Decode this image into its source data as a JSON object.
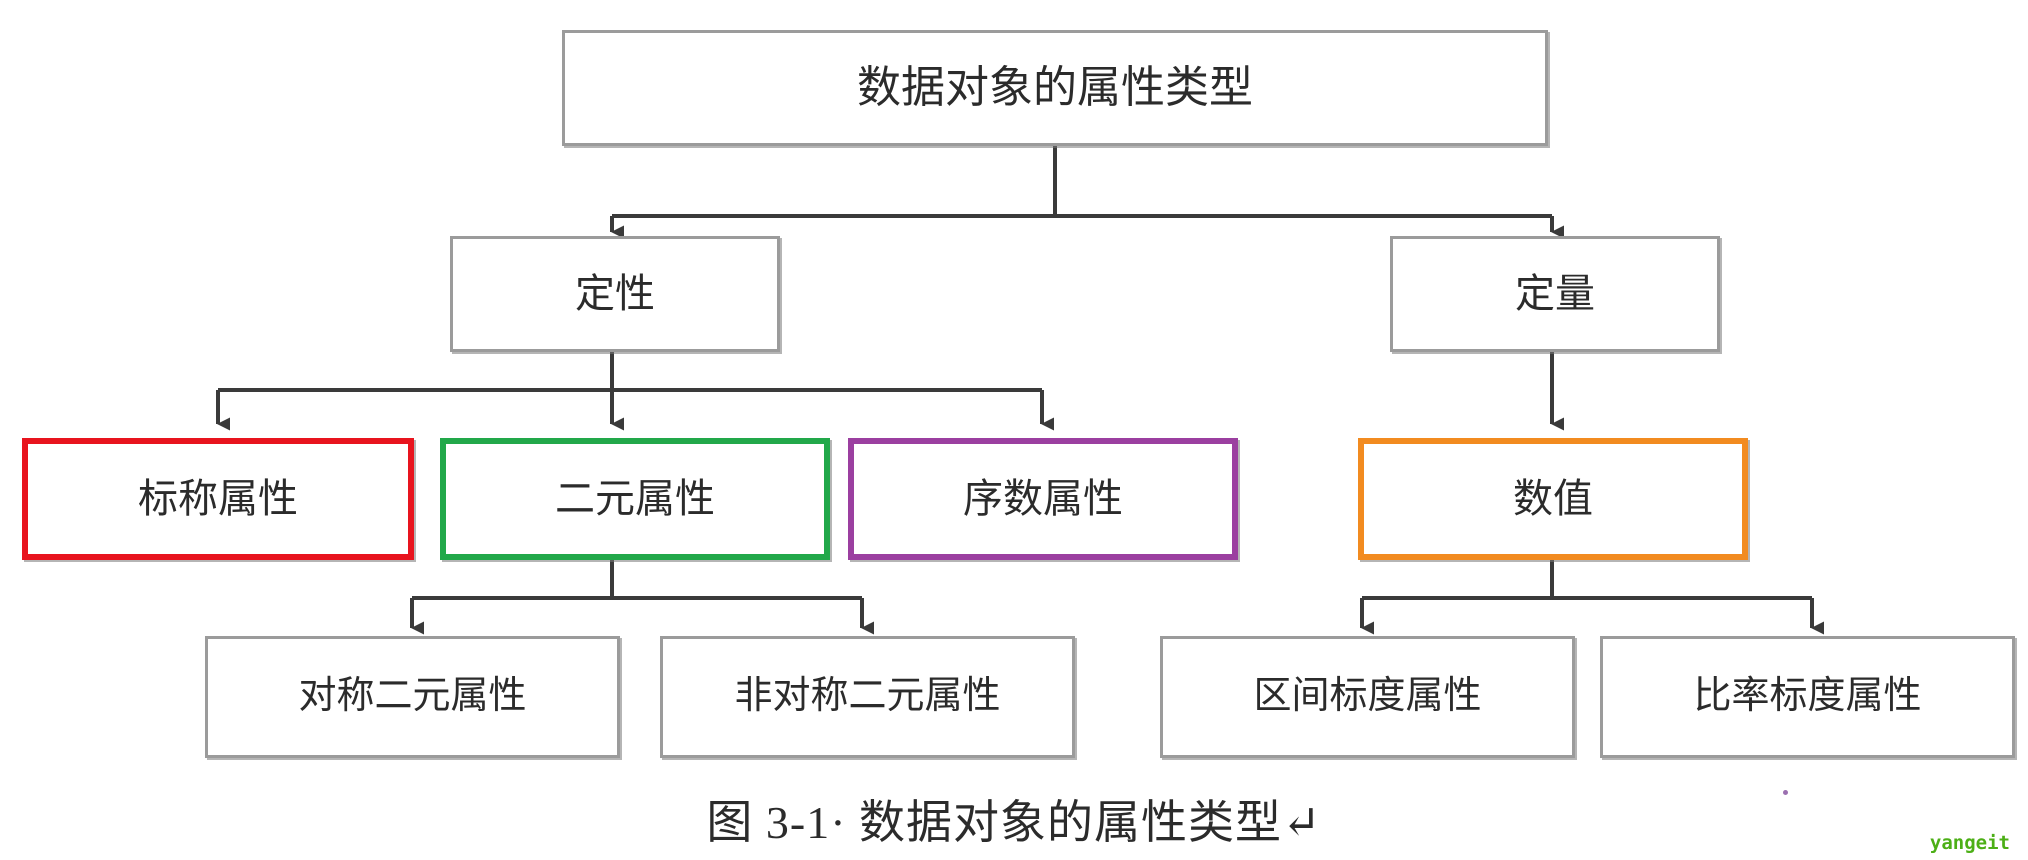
{
  "figure": {
    "caption": "图 3-1· 数据对象的属性类型↵",
    "watermark": "yangeit",
    "background": "#ffffff",
    "default_border": "#9b9b9b",
    "text_color": "#2b2b2b",
    "connector_color": "#3a3a3a"
  },
  "nodes": {
    "root": {
      "label": "数据对象的属性类型",
      "color": "#9b9b9b",
      "highlight": false
    },
    "qualitative": {
      "label": "定性",
      "color": "#9b9b9b",
      "highlight": false
    },
    "quantitative": {
      "label": "定量",
      "color": "#9b9b9b",
      "highlight": false
    },
    "nominal": {
      "label": "标称属性",
      "color": "#e8141e",
      "highlight": true
    },
    "binary": {
      "label": "二元属性",
      "color": "#22a84a",
      "highlight": true
    },
    "ordinal": {
      "label": "序数属性",
      "color": "#9b3fa0",
      "highlight": true
    },
    "numeric": {
      "label": "数值",
      "color": "#f28b20",
      "highlight": true
    },
    "symmetric_binary": {
      "label": "对称二元属性",
      "color": "#9b9b9b",
      "highlight": false
    },
    "asymmetric_binary": {
      "label": "非对称二元属性",
      "color": "#9b9b9b",
      "highlight": false
    },
    "interval_scaled": {
      "label": "区间标度属性",
      "color": "#9b9b9b",
      "highlight": false
    },
    "ratio_scaled": {
      "label": "比率标度属性",
      "color": "#9b9b9b",
      "highlight": false
    }
  },
  "hierarchy": {
    "root_children": [
      "定性",
      "定量"
    ],
    "qualitative_children": [
      "标称属性",
      "二元属性",
      "序数属性"
    ],
    "quantitative_children": [
      "数值"
    ],
    "binary_children": [
      "对称二元属性",
      "非对称二元属性"
    ],
    "numeric_children": [
      "区间标度属性",
      "比率标度属性"
    ]
  }
}
